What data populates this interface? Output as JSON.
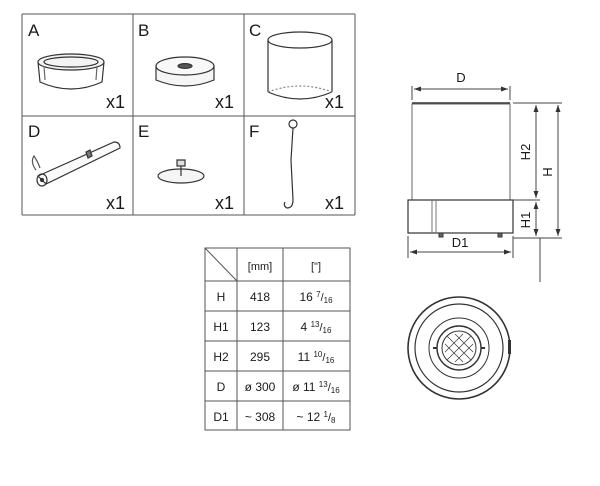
{
  "parts": [
    {
      "letter": "A",
      "qty": "x1",
      "icon": "fire-ring"
    },
    {
      "letter": "B",
      "qty": "x1",
      "icon": "burner-disc"
    },
    {
      "letter": "C",
      "qty": "x1",
      "icon": "glass-cylinder"
    },
    {
      "letter": "D",
      "qty": "x1",
      "icon": "lighter-stick"
    },
    {
      "letter": "E",
      "qty": "x1",
      "icon": "snuffer-plate"
    },
    {
      "letter": "F",
      "qty": "x1",
      "icon": "hook-tool"
    }
  ],
  "dimensions_table": {
    "headers": [
      "[mm]",
      "[\"]"
    ],
    "rows": [
      {
        "label": "H",
        "mm": "418",
        "in_whole": "16",
        "in_num": "7",
        "in_den": "16"
      },
      {
        "label": "H1",
        "mm": "123",
        "in_whole": "4",
        "in_num": "13",
        "in_den": "16"
      },
      {
        "label": "H2",
        "mm": "295",
        "in_whole": "11",
        "in_num": "10",
        "in_den": "16"
      },
      {
        "label": "D",
        "mm": "ø 300",
        "in_whole": "ø 11",
        "in_num": "13",
        "in_den": "16"
      },
      {
        "label": "D1",
        "mm": "~ 308",
        "in_whole": "~ 12",
        "in_num": "1",
        "in_den": "8"
      }
    ]
  },
  "side_view": {
    "labels": {
      "D": "D",
      "D1": "D1",
      "H": "H",
      "H1": "H1",
      "H2": "H2"
    }
  }
}
